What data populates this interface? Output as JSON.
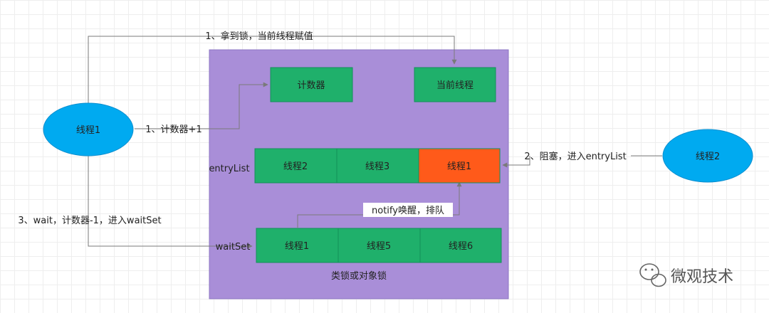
{
  "colors": {
    "container_fill": "#a98ed8",
    "container_border": "#8d77c3",
    "box_fill": "#1fb06b",
    "box_border": "#13905a",
    "active_fill": "#ff5a1a",
    "ellipse_fill": "#00aaf0",
    "ellipse_border": "#0b8fd0",
    "connector": "#7a7a7a"
  },
  "container": {
    "label": "类锁或对象锁"
  },
  "threads": {
    "left": "线程1",
    "right": "线程2"
  },
  "boxes": {
    "counter": "计数器",
    "current_thread": "当前线程"
  },
  "entry_list": {
    "label": "entryList",
    "cells": [
      "线程2",
      "线程3",
      "线程1"
    ]
  },
  "wait_set": {
    "label": "waitSet",
    "cells": [
      "线程1",
      "线程5",
      "线程6"
    ]
  },
  "edges": {
    "acquire_lock": "1、拿到锁，当前线程赋值",
    "counter_increment": "1、计数器+1",
    "blocked": "2、阻塞，进入entryList",
    "wait": "3、wait，计数器-1，进入waitSet",
    "notify": "notify唤醒，排队"
  },
  "watermark": {
    "text": "微观技术",
    "icon": "wechat-icon"
  }
}
